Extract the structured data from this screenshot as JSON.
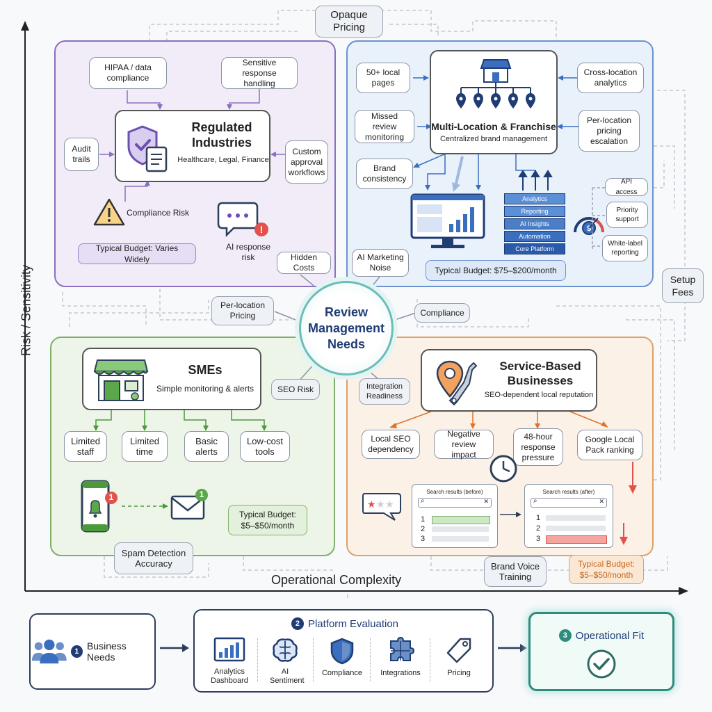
{
  "axes": {
    "y_label": "Risk / Sensitivity",
    "x_label": "Operational Complexity"
  },
  "center": {
    "title_lines": [
      "Review",
      "Management",
      "Needs"
    ]
  },
  "floating_labels": {
    "opaque_pricing": "Opaque Pricing",
    "hidden_costs": "Hidden Costs",
    "ai_marketing_noise": "AI Marketing Noise",
    "setup_fees": "Setup Fees",
    "per_location_pricing": "Per-location Pricing",
    "compliance": "Compliance",
    "seo_risk": "SEO Risk",
    "integration_readiness": "Integration Readiness",
    "spam_detection": "Spam Detection Accuracy",
    "brand_voice": "Brand Voice Training"
  },
  "regulated": {
    "title": "Regulated Industries",
    "subtitle": "Healthcare, Legal, Finance",
    "hipaa": "HIPAA / data compliance",
    "sensitive": "Sensitive response handling",
    "audit": "Audit trails",
    "custom": "Custom approval workflows",
    "compliance_risk": "Compliance Risk",
    "ai_risk": "AI response risk",
    "budget": "Typical Budget: Varies Widely"
  },
  "multi": {
    "title": "Multi-Location & Franchise",
    "subtitle": "Centralized brand management",
    "local_pages": "50+ local pages",
    "missed_review": "Missed review monitoring",
    "brand_consistency": "Brand consistency",
    "cross_location": "Cross-location analytics",
    "per_location": "Per-location pricing escalation",
    "api_access": "API access",
    "priority_support": "Priority support",
    "white_label": "White-label reporting",
    "stack": [
      "Analytics",
      "Reporting",
      "AI Insights",
      "Automation",
      "Core Platform"
    ],
    "budget": "Typical Budget: $75–$200/month"
  },
  "smes": {
    "title": "SMEs",
    "subtitle": "Simple monitoring & alerts",
    "limited_staff": "Limited staff",
    "limited_time": "Limited time",
    "basic_alerts": "Basic alerts",
    "low_cost": "Low-cost tools",
    "budget": "Typical Budget: $5–$50/month",
    "phone_badge": "1",
    "mail_badge": "1"
  },
  "service": {
    "title": "Service-Based Businesses",
    "subtitle": "SEO-dependent local reputation",
    "local_seo": "Local SEO dependency",
    "negative_review": "Negative review impact",
    "pressure": "48-hour response pressure",
    "google_pack": "Google Local Pack ranking",
    "search_before": "Search results (before)",
    "search_after": "Search results (after)",
    "ranks": [
      "1",
      "2",
      "3"
    ],
    "budget": "Typical Budget: $5–$50/month"
  },
  "flow": {
    "step1_num": "1",
    "step1": "Business Needs",
    "step2_num": "2",
    "step2": "Platform Evaluation",
    "step3_num": "3",
    "step3": "Operational Fit",
    "eval_items": [
      "Analytics Dashboard",
      "AI Sentiment",
      "Compliance",
      "Integrations",
      "Pricing"
    ]
  }
}
